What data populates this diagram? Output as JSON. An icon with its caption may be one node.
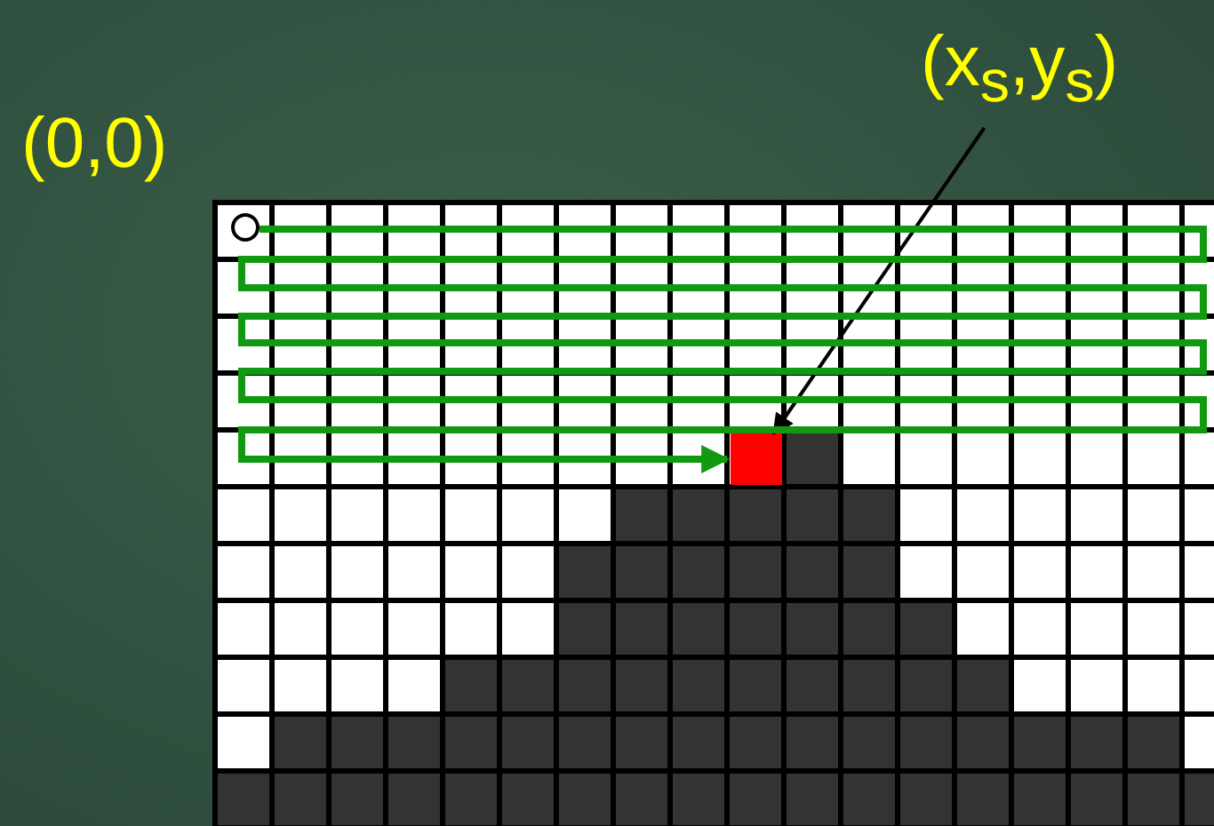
{
  "diagram": {
    "nodes": [
      {
        "text": [
          "(x$_{s}$,y$_{s}$)"
        ]
      },
      {
        "text": [],
        "shape": "box"
      },
      {
        "text": [],
        "shape": "circle"
      }
    ],
    "edges": [
      {
        "from": 0,
        "to": 1,
        "arrow": "to"
      },
      {
        "from": 2,
        "to": 1,
        "arrow": "to",
        "color": "#119911",
        "style": "thick"
      }
    ],
    "labels": [
      "(0,0)"
    ]
  }
}
